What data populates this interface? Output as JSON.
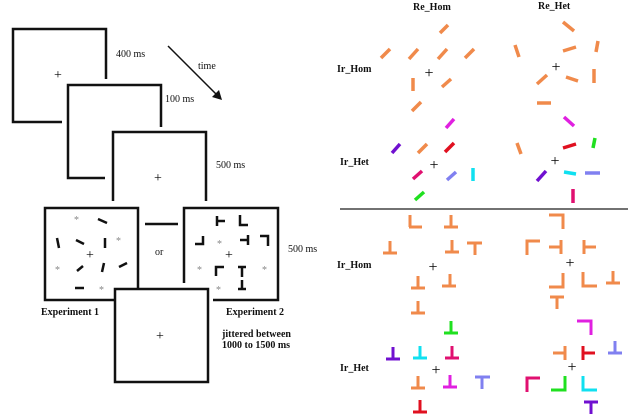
{
  "timeline": {
    "durations": [
      "400 ms",
      "100 ms",
      "500 ms",
      "500 ms"
    ],
    "time_label": "time",
    "or_label": "or",
    "experiment1_label": "Experiment 1",
    "experiment2_label": "Experiment 2",
    "jitter_label_line1": "jittered between",
    "jitter_label_line2": "1000 to 1500 ms"
  },
  "conditions": {
    "column_headers": [
      "Re_Hom",
      "Re_Het"
    ],
    "row_labels_top": [
      "Ir_Hom",
      "Ir_Het"
    ],
    "row_labels_bottom": [
      "Ir_Hom",
      "Ir_Het"
    ]
  },
  "colors": {
    "orange": "#f08a4b",
    "magenta": "#e020e0",
    "red": "#e01020",
    "green": "#20e020",
    "purple": "#7010d0",
    "pink": "#e01070",
    "lavender": "#8080f0",
    "cyan": "#10e0f0",
    "gray_star": "#888888"
  }
}
